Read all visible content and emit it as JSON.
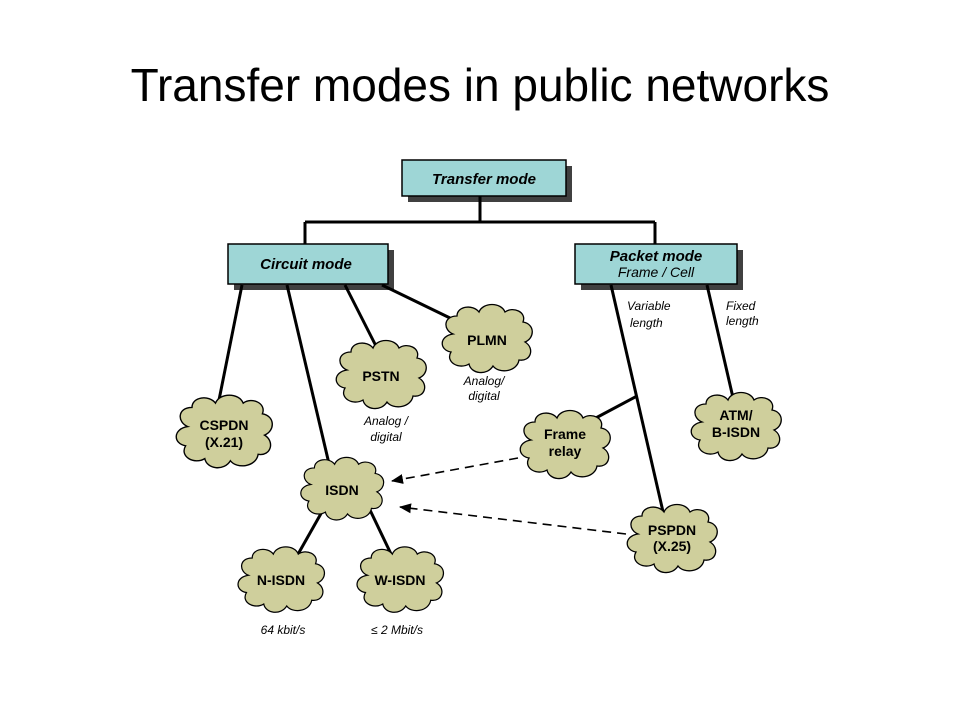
{
  "title": "Transfer modes in public networks",
  "colors": {
    "box_fill": "#9ed6d6",
    "cloud_fill": "#cfcf9c",
    "line": "#000000"
  },
  "boxes": {
    "transfer_mode": "Transfer mode",
    "circuit_mode": "Circuit mode",
    "packet_mode": "Packet mode",
    "packet_mode_sub": "Frame / Cell"
  },
  "clouds": {
    "plmn": "PLMN",
    "pstn": "PSTN",
    "cspdn_1": "CSPDN",
    "cspdn_2": "(X.21)",
    "isdn": "ISDN",
    "n_isdn": "N-ISDN",
    "w_isdn": "W-ISDN",
    "frame_relay_1": "Frame",
    "frame_relay_2": "relay",
    "atm_1": "ATM/",
    "atm_2": "B-ISDN",
    "pspdn_1": "PSPDN",
    "pspdn_2": "(X.25)"
  },
  "notes": {
    "plmn_1": "Analog/",
    "plmn_2": "digital",
    "pstn_1": "Analog /",
    "pstn_2": "digital",
    "variable_1": "Variable",
    "variable_2": "length",
    "fixed_1": "Fixed",
    "fixed_2": "length",
    "n_isdn_rate": "64 kbit/s",
    "w_isdn_rate": "≤ 2 Mbit/s"
  }
}
